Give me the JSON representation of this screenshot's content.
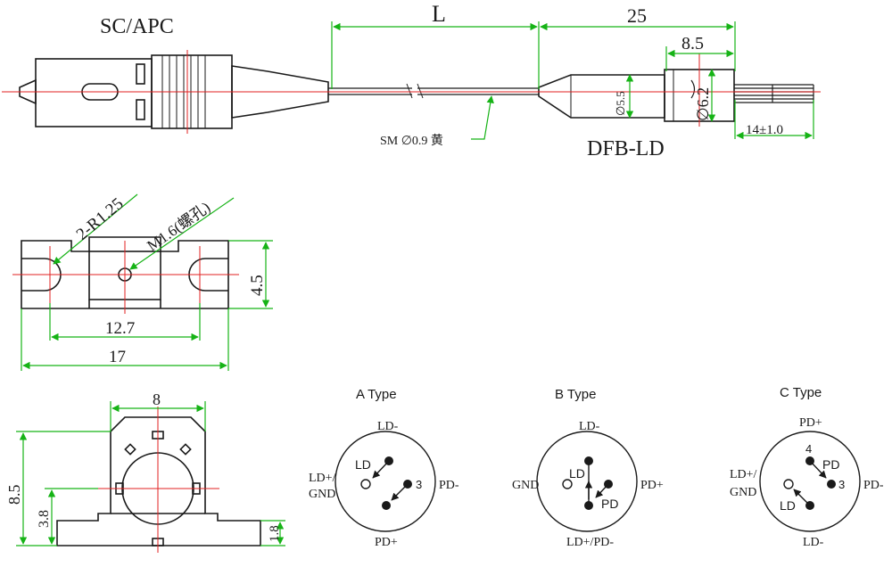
{
  "colors": {
    "outline": "#1a1a1a",
    "dimension": "#16b316",
    "centerline": "#e02020",
    "background": "#ffffff"
  },
  "top_view": {
    "connector_label": "SC/APC",
    "dim_L": "L",
    "dim_25": "25",
    "dim_8_5": "8.5",
    "fiber_label": "SM ∅0.9 黄",
    "dia_5_5": "∅5.5",
    "dia_6_2": "∅6.2",
    "pin_length": "14±1.0",
    "device_label": "DFB-LD"
  },
  "flange_view": {
    "radius_label": "2-R1.25",
    "screw_label": "M1.6(螺孔)",
    "height_label": "4.5",
    "hole_spacing_label": "12.7",
    "total_width_label": "17"
  },
  "front_view": {
    "width_label": "8",
    "height_label": "8.5",
    "base_height_label": "3.8",
    "foot_height_label": "1.8"
  },
  "pin_types": [
    {
      "title": "A Type",
      "top": "LD-",
      "left": "LD+/\nGND",
      "right": "PD-",
      "bottom": "PD+",
      "inner_1": "LD",
      "inner_2": "3"
    },
    {
      "title": "B Type",
      "top": "LD-",
      "left": "GND",
      "right": "PD+",
      "bottom": "LD+/PD-",
      "inner_1": "LD",
      "inner_2": "PD"
    },
    {
      "title": "C Type",
      "top": "PD+",
      "left": "LD+/\nGND",
      "right": "PD-",
      "bottom": "LD-",
      "inner_1": "4",
      "inner_2": "PD",
      "inner_3": "3",
      "inner_4": "LD"
    }
  ]
}
